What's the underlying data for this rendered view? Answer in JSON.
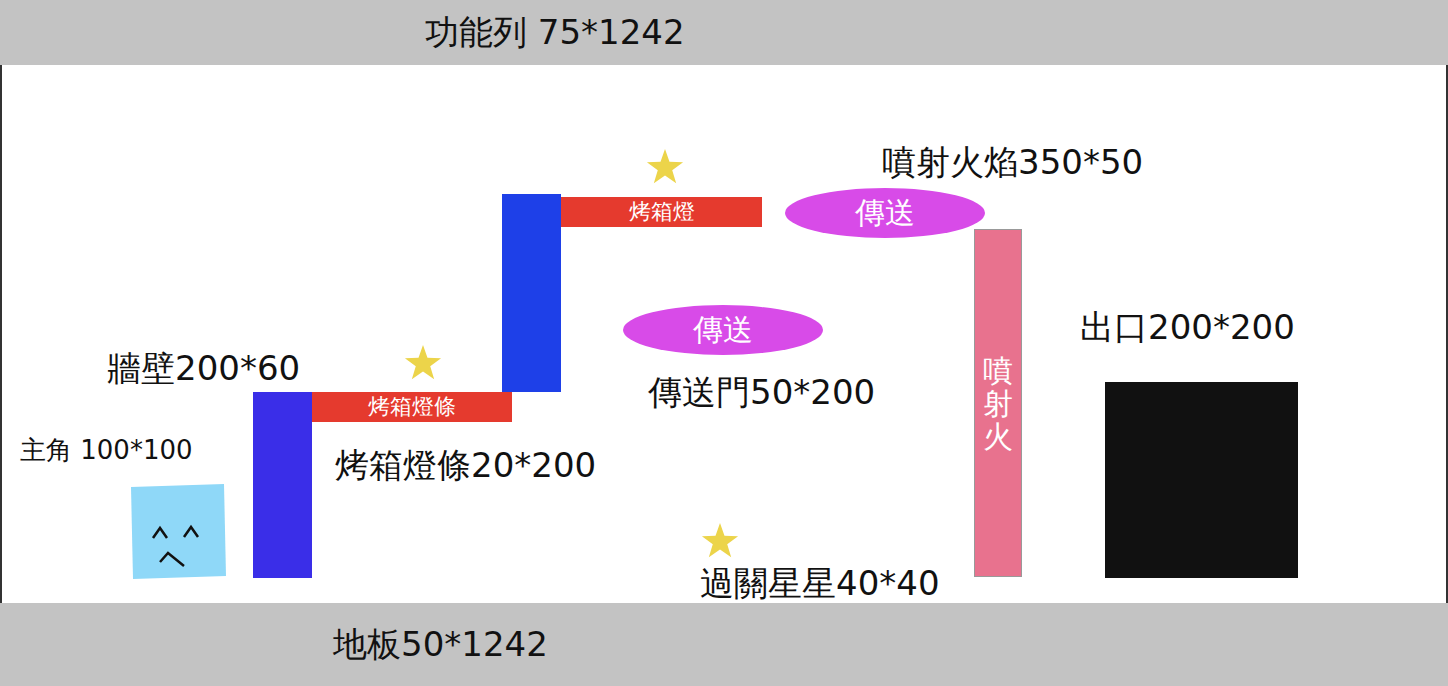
{
  "diagram": {
    "nodes": [
      {
        "text": [
          "功能列 75*1242"
        ]
      },
      {
        "text": [
          "烤箱燈"
        ]
      },
      {
        "text": [
          "傳送"
        ]
      },
      {
        "text": [
          "噴射火"
        ]
      },
      {
        "text": [
          "傳送"
        ]
      },
      {
        "text": [
          "烤箱燈條"
        ]
      },
      {
        "text": [
          "地板50*1242"
        ]
      }
    ],
    "labels": [
      "噴射火焰350*50",
      "出口200*200",
      "牆壁200*60",
      "傳送門50*200",
      "主角 100*100",
      "烤箱燈條20*200",
      "過關星星40*40"
    ]
  }
}
